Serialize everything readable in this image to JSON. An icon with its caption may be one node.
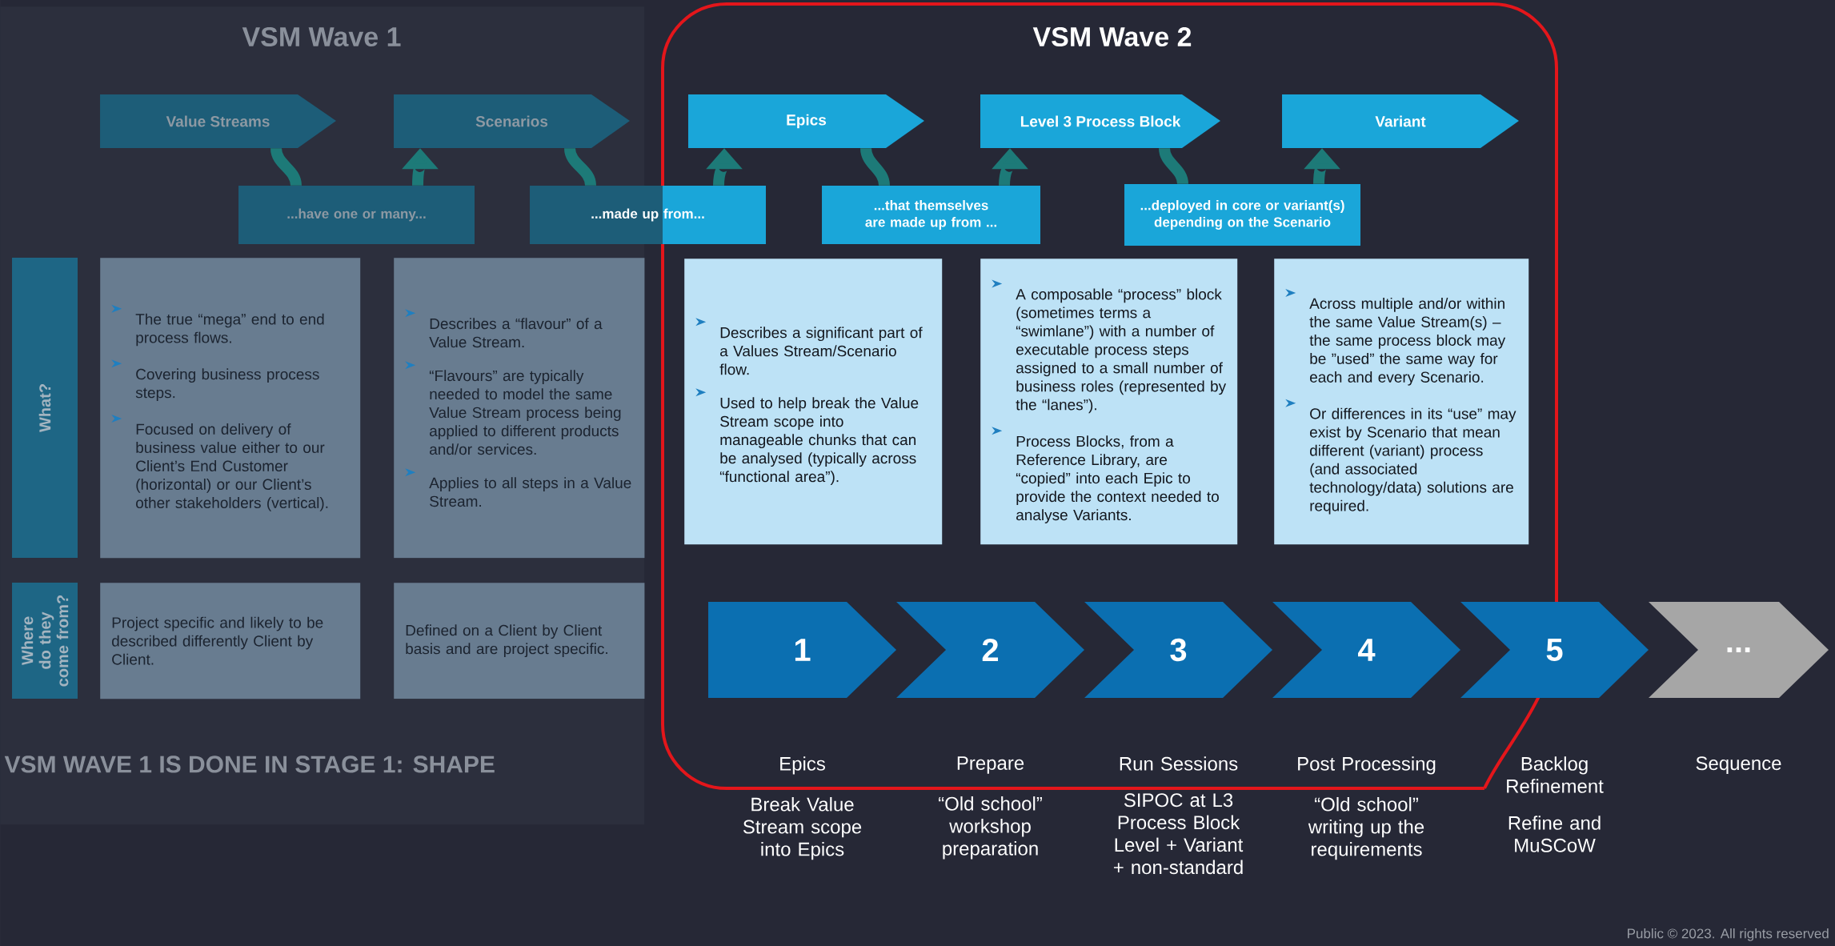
{
  "diagram": {
    "nodes": [
      {
        "text": [
          "VSM Wave 1",
          "VSM WAVE 1 IS DONE IN STAGE 1: SHAPE"
        ]
      },
      {
        "text": [
          "VSM Wave 2"
        ]
      },
      {
        "text": [
          "Value Streams"
        ],
        "in": 0
      },
      {
        "text": [
          "Scenarios"
        ],
        "in": 0
      },
      {
        "text": [
          "Epics"
        ],
        "in": 1
      },
      {
        "text": [
          "Level 3 Process Block"
        ],
        "in": 1
      },
      {
        "text": [
          "Variant"
        ],
        "in": 1
      },
      {
        "text": [
          "...have one or many..."
        ],
        "in": 0
      },
      {
        "text": [
          "...made up from..."
        ]
      },
      {
        "text": [
          "...that themselves are made up from ..."
        ],
        "in": 1
      },
      {
        "text": [
          "...deployed in core or variant(s) depending on the Scenario"
        ],
        "in": 1
      },
      {
        "text": [
          "What?"
        ],
        "in": 0
      },
      {
        "text": [
          "Where do they come from?"
        ],
        "in": 0
      },
      {
        "text": [
          "The true “mega” end to end process flows.",
          "Covering business process steps.",
          "Focused on delivery of business value either to our Client’s End Customer (horizontal) or our Client’s other stakeholders (vertical)."
        ],
        "in": 0
      },
      {
        "text": [
          "Describes a “flavour” of a Value Stream.",
          "“Flavours” are typically needed to model the same Value Stream process being applied to different products and/or services.",
          "Applies to all steps in a Value Stream."
        ],
        "in": 0
      },
      {
        "text": [
          "Describes a significant part of a Values Stream/Scenario flow.",
          "Used to help break the Value Stream scope into manageable chunks that can be analysed (typically across “functional area”)."
        ],
        "in": 1
      },
      {
        "text": [
          "A composable “process” block (sometimes terms a “swimlane”) with a number of executable process steps assigned to a small number of business roles (represented by the “lanes”).",
          "Process Blocks, from a Reference Library, are “copied” into each Epic to provide the context needed to analyse Variants."
        ],
        "in": 1
      },
      {
        "text": [
          "Across multiple and/or within the same Value Stream(s) – the same process block may be ”used” the same way for each and every Scenario.",
          "Or differences in its “use” may exist by Scenario that mean different (variant) process (and associated technology/data) solutions are required."
        ],
        "in": 1
      },
      {
        "text": [
          "Project specific and likely to be described differently Client by Client."
        ],
        "in": 0
      },
      {
        "text": [
          "Defined on a Client by Client basis and are project specific."
        ],
        "in": 0
      },
      {
        "text": [
          "1"
        ],
        "in": 1,
        "beside": [
          "Epics",
          "Break Value Stream scope into Epics"
        ]
      },
      {
        "text": [
          "2"
        ],
        "in": 1,
        "beside": [
          "Prepare",
          "“Old school” workshop preparation"
        ]
      },
      {
        "text": [
          "3"
        ],
        "in": 1,
        "beside": [
          "Run Sessions",
          "SIPOC at L3 Process Block Level + Variant + non-standard"
        ]
      },
      {
        "text": [
          "4"
        ],
        "in": 1,
        "beside": [
          "Post Processing",
          "“Old school” writing up the requirements"
        ]
      },
      {
        "text": [
          "5"
        ],
        "beside": [
          "Backlog Refinement",
          "Refine and MuSCoW"
        ]
      },
      {
        "text": [
          "..."
        ],
        "beside": [
          "Sequence"
        ]
      }
    ],
    "edges": [
      {
        "from": 2,
        "to": 7,
        "arrow": "none"
      },
      {
        "from": 7,
        "to": 3,
        "arrow": "to"
      },
      {
        "from": 3,
        "to": 8,
        "arrow": "none"
      },
      {
        "from": 8,
        "to": 4,
        "arrow": "to"
      },
      {
        "from": 4,
        "to": 9,
        "arrow": "none"
      },
      {
        "from": 9,
        "to": 5,
        "arrow": "to"
      },
      {
        "from": 5,
        "to": 10,
        "arrow": "none"
      },
      {
        "from": 10,
        "to": 6,
        "arrow": "to"
      }
    ],
    "labels": [
      "Public © 2023. All rights reserved"
    ]
  }
}
